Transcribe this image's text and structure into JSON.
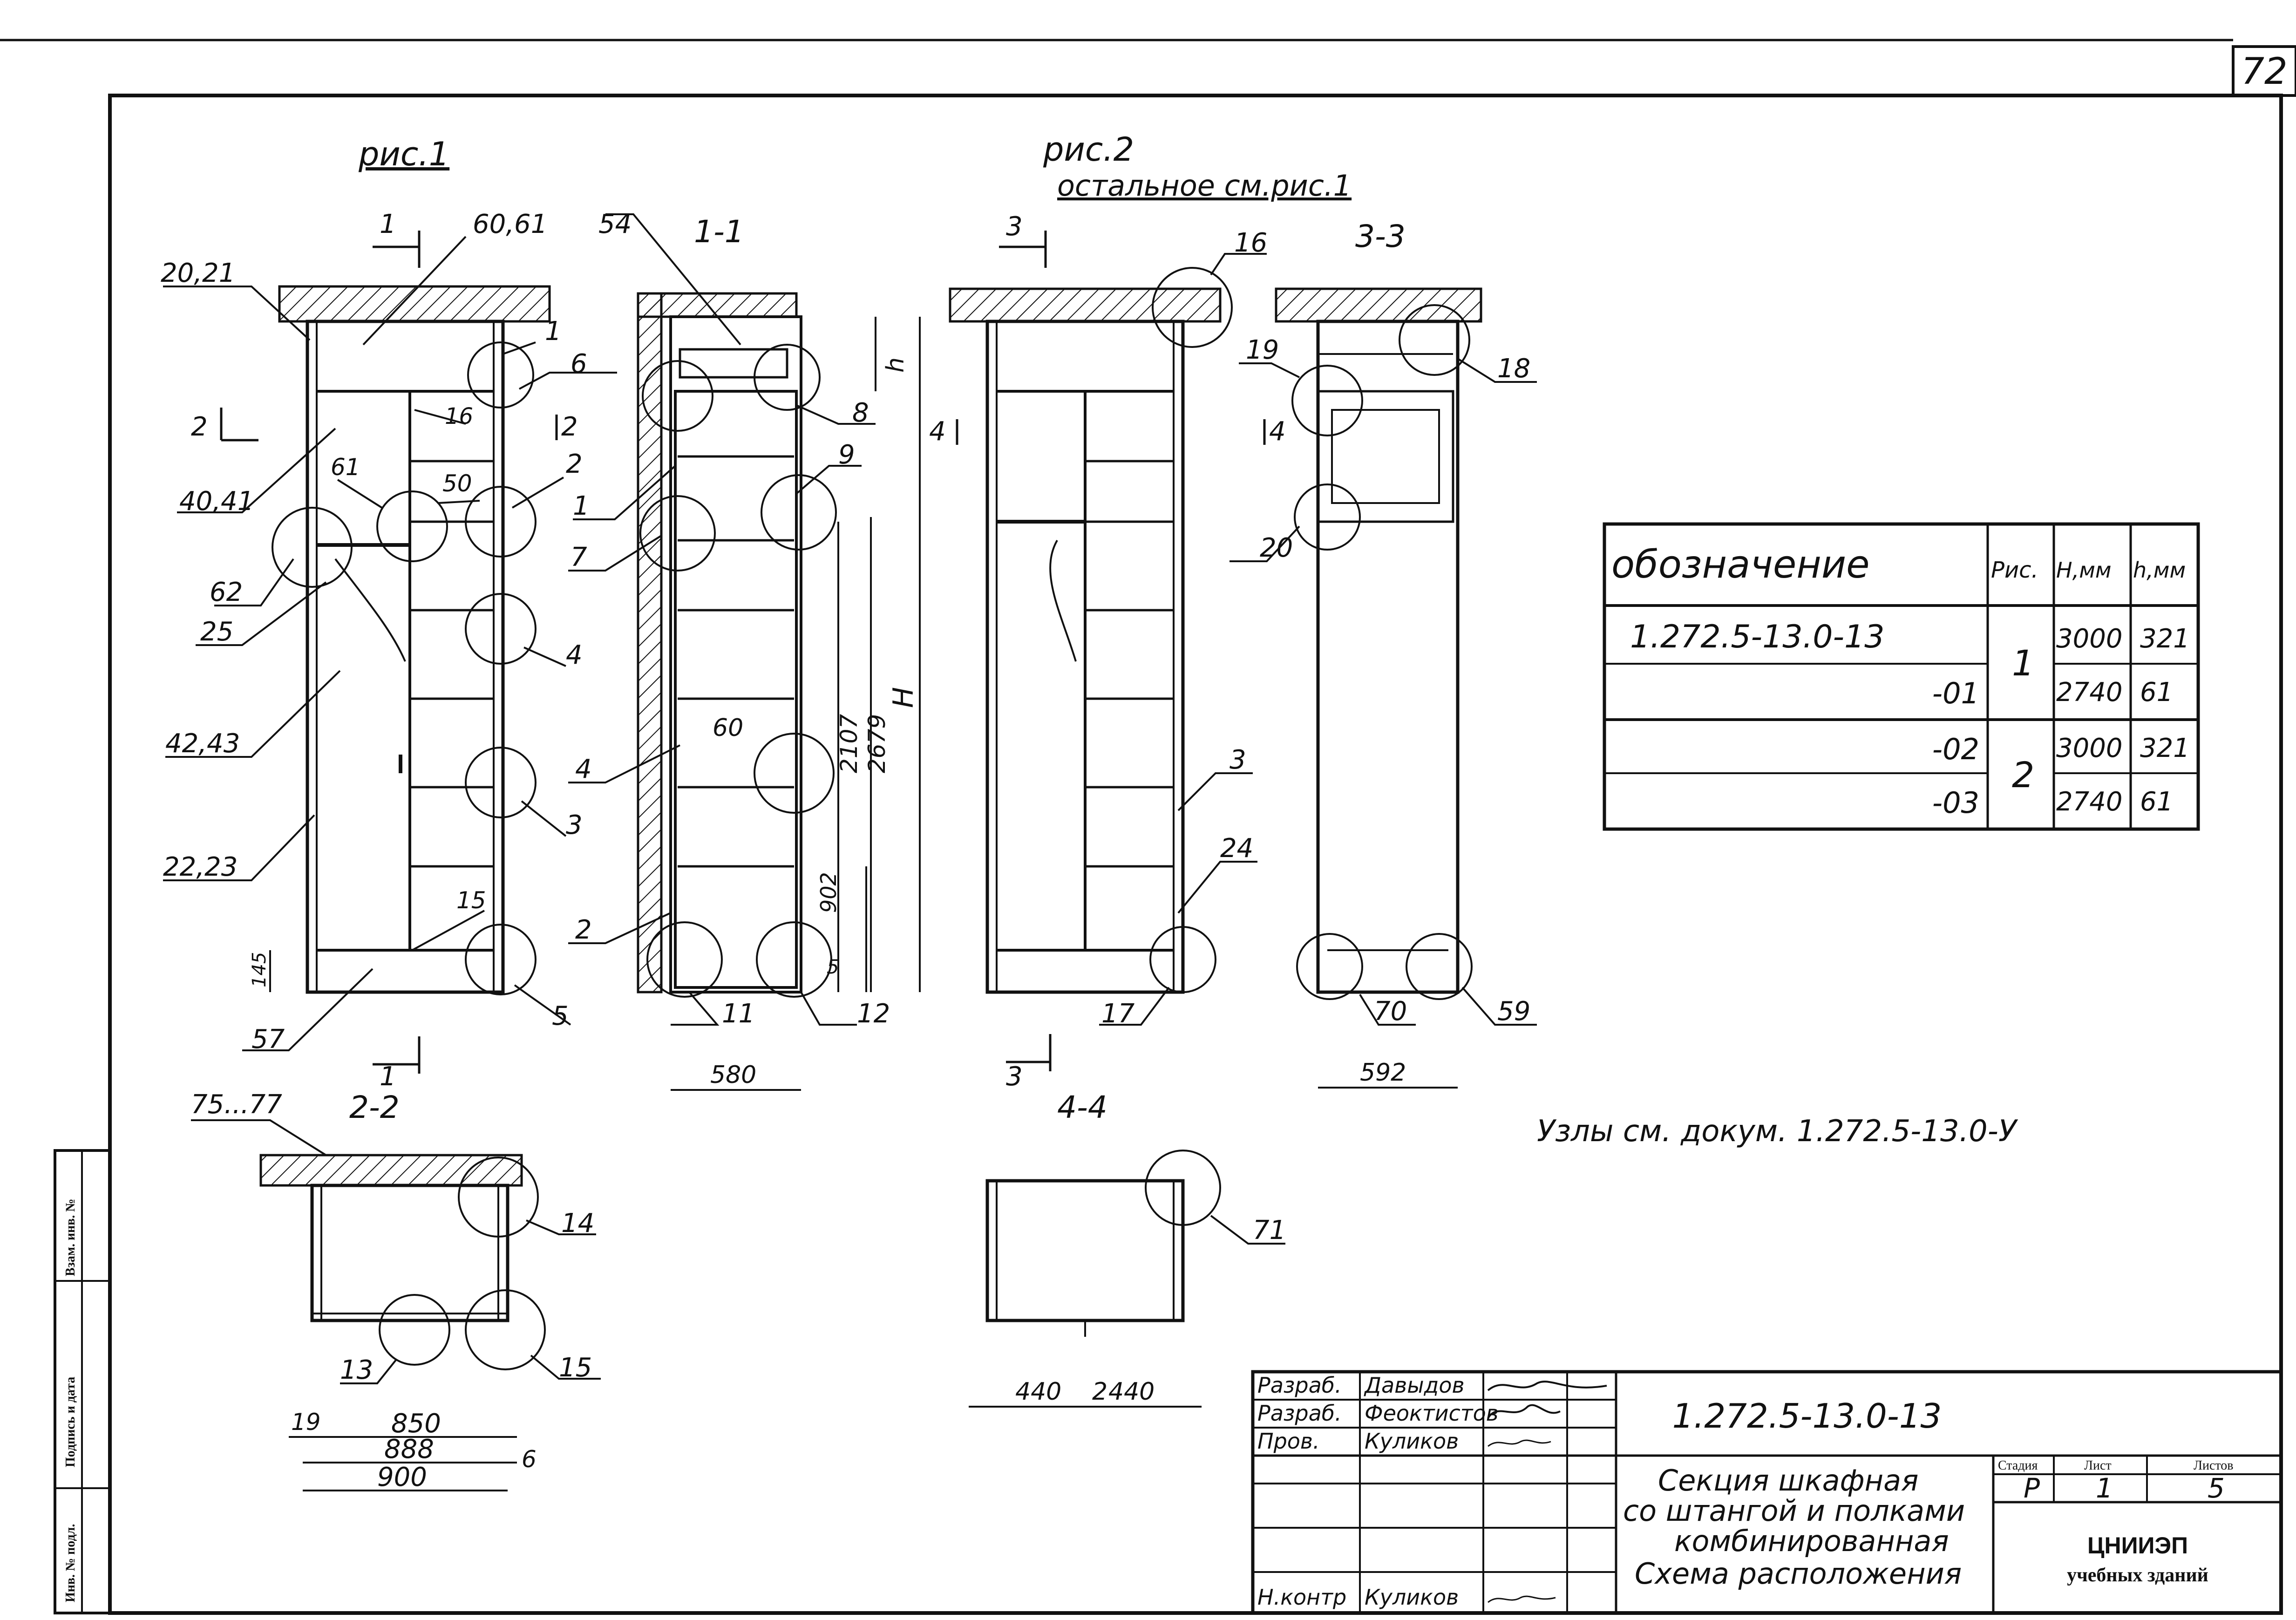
{
  "sheet_number": "72",
  "figure_labels": {
    "fig1": "рис.1",
    "fig2": "рис.2",
    "fig2_note": "остальное см.рис.1"
  },
  "section_labels": {
    "s11": "1-1",
    "s33": "3-3",
    "s22": "2-2",
    "s44": "4-4"
  },
  "cut_marks": {
    "c1a": "1",
    "c1b": "1",
    "c2a": "2",
    "c2b": "2",
    "c3a": "3",
    "c3b": "3",
    "c4a": "4",
    "c4b": "4"
  },
  "callouts": {
    "fig1": [
      "60,61",
      "20,21",
      "1",
      "6",
      "16",
      "2",
      "40,41",
      "61",
      "50",
      "62",
      "25",
      "4",
      "42,43",
      "3",
      "22,23",
      "15",
      "5",
      "57"
    ],
    "sec11": [
      "54",
      "8",
      "9",
      "1",
      "7",
      "4",
      "60",
      "2",
      "11",
      "12"
    ],
    "fig2": [
      "16",
      "3",
      "24",
      "17"
    ],
    "sec33": [
      "19",
      "18",
      "20",
      "70",
      "59"
    ],
    "sec22": [
      "75...77",
      "14",
      "13",
      "15"
    ],
    "sec44": [
      "71"
    ]
  },
  "dimensions": {
    "d145": "145",
    "d2107": "2107",
    "d2679": "2679",
    "dH": "H",
    "dh": "h",
    "d902": "902",
    "d5": "5",
    "d580": "580",
    "d592": "592",
    "d19": "19",
    "d850": "850",
    "d888": "888",
    "d900": "900",
    "d6": "6",
    "d440a": "440",
    "d2": "2",
    "d440b": "440"
  },
  "nodes_note": "Узлы см. докум. 1.272.5-13.0-У",
  "spec_table": {
    "headers": {
      "designation": "обозначение",
      "fig": "Рис.",
      "H": "H,мм",
      "h": "h,мм"
    },
    "rows": [
      {
        "designation": "1.272.5-13.0-13",
        "fig": "1",
        "H": "3000",
        "h": "321"
      },
      {
        "designation": "-01",
        "fig": "",
        "H": "2740",
        "h": "61"
      },
      {
        "designation": "-02",
        "fig": "2",
        "H": "3000",
        "h": "321"
      },
      {
        "designation": "-03",
        "fig": "",
        "H": "2740",
        "h": "61"
      }
    ]
  },
  "title_block": {
    "roles": [
      "Разраб.",
      "Разраб.",
      "Пров.",
      "",
      "",
      "Н.контр"
    ],
    "names": [
      "Давыдов",
      "Феоктистов",
      "Куликов",
      "",
      "",
      "Куликов"
    ],
    "doc_code": "1.272.5-13.0-13",
    "title_lines": [
      "Секция шкафная",
      "со штангой и полками",
      "комбинированная",
      "Схема расположения"
    ],
    "stage_label": "Стадия",
    "sheet_label": "Лист",
    "sheets_label": "Листов",
    "stage": "Р",
    "sheet": "1",
    "sheets": "5",
    "org_line1": "ЦНИИЭП",
    "org_line2": "учебных зданий"
  },
  "side_stamp": [
    "Взам. инв. №",
    "Подпись и дата",
    "Инв. № подл."
  ]
}
